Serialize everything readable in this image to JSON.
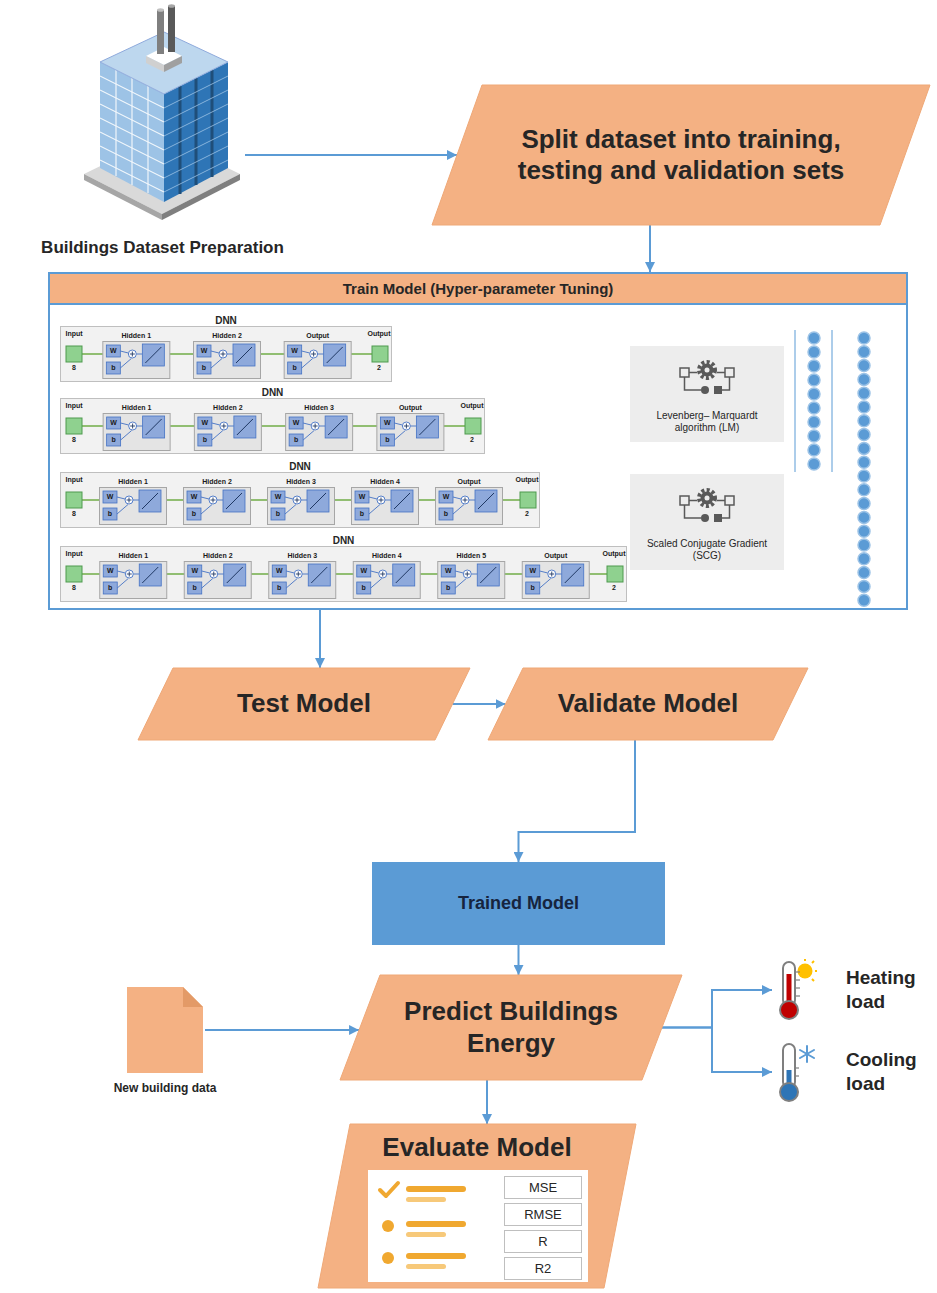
{
  "diagram": {
    "nodes": [
      {
        "text": [
          "Buildings Dataset Preparation"
        ]
      },
      {
        "text": [
          "Split dataset into training, testing and validation sets"
        ]
      },
      {
        "text": [
          "Train Model (Hyper-parameter Tuning)"
        ]
      },
      {
        "text": [
          "DNN"
        ],
        "in": 2
      },
      {
        "text": [
          "DNN"
        ],
        "in": 2
      },
      {
        "text": [
          "DNN"
        ],
        "in": 2
      },
      {
        "text": [
          "DNN"
        ],
        "in": 2
      },
      {
        "text": [
          "Levenberg– Marquardt algorithm (LM)"
        ],
        "in": 2
      },
      {
        "text": [
          "Scaled Conjugate Gradient (SCG)"
        ],
        "in": 2
      },
      {
        "text": [
          "Test Model"
        ]
      },
      {
        "text": [
          "Validate Model"
        ]
      },
      {
        "text": [
          "Trained Model"
        ]
      },
      {
        "text": [
          "Predict Buildings Energy"
        ]
      },
      {
        "text": [
          "New building data"
        ]
      },
      {
        "text": [
          "Heating load"
        ]
      },
      {
        "text": [
          "Cooling load"
        ]
      },
      {
        "text": [
          "Evaluate Model"
        ]
      },
      {
        "text": [
          "MSE"
        ],
        "in": 16
      },
      {
        "text": [
          "RMSE"
        ],
        "in": 16
      },
      {
        "text": [
          "R"
        ],
        "in": 16
      },
      {
        "text": [
          "R2"
        ],
        "in": 16
      }
    ],
    "edges": [
      {
        "from": 0,
        "to": 1,
        "arrow": "to"
      },
      {
        "from": 1,
        "to": 2,
        "arrow": "to"
      },
      {
        "from": 2,
        "to": 9,
        "arrow": "to"
      },
      {
        "from": 9,
        "to": 10,
        "arrow": "to"
      },
      {
        "from": 10,
        "to": 11,
        "arrow": "to"
      },
      {
        "from": 11,
        "to": 12,
        "arrow": "to"
      },
      {
        "from": 13,
        "to": 12,
        "arrow": "to"
      },
      {
        "from": 12,
        "to": 14,
        "arrow": "to"
      },
      {
        "from": 12,
        "to": 15,
        "arrow": "to"
      },
      {
        "from": 12,
        "to": 16,
        "arrow": "to"
      }
    ],
    "labels": [
      "Input",
      "8",
      "Hidden 1",
      "W",
      "b",
      "Hidden 2",
      "W",
      "b",
      "Output",
      "W",
      "b",
      "Output",
      "2",
      "Input",
      "8",
      "Hidden 1",
      "W",
      "b",
      "Hidden 2",
      "W",
      "b",
      "Hidden 3",
      "W",
      "b",
      "Output",
      "W",
      "b",
      "Output",
      "2",
      "Input",
      "8",
      "Hidden 1",
      "W",
      "b",
      "Hidden 2",
      "W",
      "b",
      "Hidden 3",
      "W",
      "b",
      "Hidden 4",
      "W",
      "b",
      "Output",
      "W",
      "b",
      "Output",
      "2",
      "Input",
      "8",
      "Hidden 1",
      "W",
      "b",
      "Hidden 2",
      "W",
      "b",
      "Hidden 3",
      "W",
      "b",
      "Hidden 4",
      "W",
      "b",
      "Hidden 5",
      "W",
      "b",
      "Output",
      "W",
      "b",
      "Output",
      "2"
    ]
  }
}
